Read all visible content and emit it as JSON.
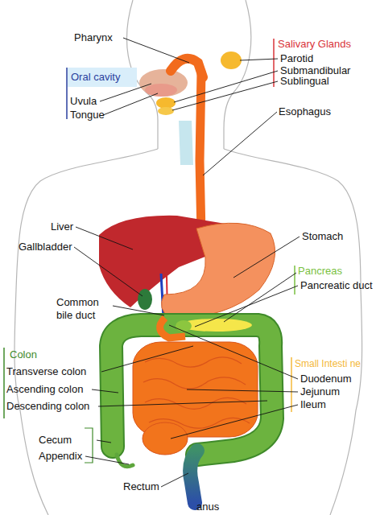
{
  "diagram": {
    "labels": [
      "Pharynx",
      "Salivary Glands",
      "Parotid",
      "Submandibular",
      "Sublingual",
      "Oral cavity",
      "Uvula",
      "Tongue",
      "Esophagus",
      "Liver",
      "Stomach",
      "Gallbladder",
      "Pancreas",
      "Pancreatic duct",
      "Common bile duct",
      "Colon",
      "Small Intesti ne",
      "Transverse colon",
      "Duodenum",
      "Ascending colon",
      "Jejunum",
      "Descending colon",
      "Ileum",
      "Cecum",
      "Appendix",
      "Rectum",
      "anus"
    ]
  }
}
